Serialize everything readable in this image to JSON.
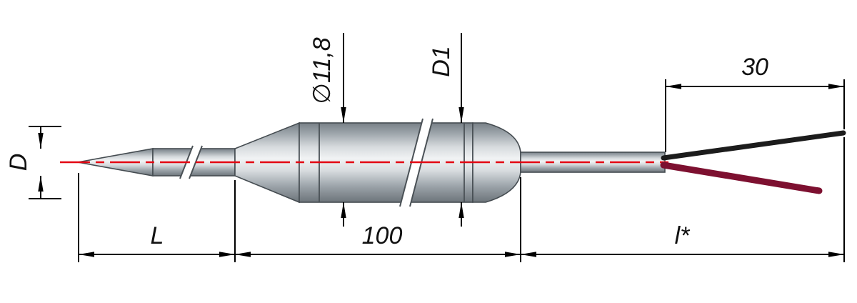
{
  "drawing": {
    "kind": "technical-dimension-drawing",
    "subject": "pointed immersion temperature probe with connection wires",
    "labels": {
      "tip_diameter": "D",
      "body_diameter": "∅11,8",
      "body_end_diameter": "D1",
      "wire_split_length": "30",
      "tip_section_length": "L",
      "body_section_length": "100",
      "cable_length": "l*"
    },
    "colors": {
      "centerline": "#e30613",
      "wire_black": "#1c1c1c",
      "wire_red": "#7d1030",
      "dimension_lines": "#000000"
    }
  }
}
